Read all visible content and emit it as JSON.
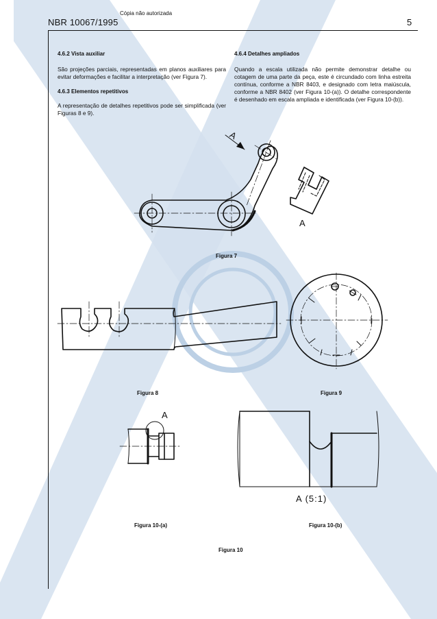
{
  "header": {
    "standard": "NBR 10067/1995",
    "notice": "Cópia não autorizada",
    "page_number": "5"
  },
  "sections": {
    "s462": {
      "title": "4.6.2 Vista auxiliar",
      "text": "São projeções parciais, representadas em planos auxiliares para evitar deformações e facilitar a interpretação (ver Figura 7)."
    },
    "s463": {
      "title": "4.6.3 Elementos repetitivos",
      "text": "A representação de detalhes repetitivos pode ser simplificada (ver Figuras 8 e 9)."
    },
    "s464": {
      "title": "4.6.4 Detalhes ampliados",
      "text": "Quando a escala utilizada não permite demonstrar detalhe ou cotagem de uma parte da peça, este é circundado com linha estreita contínua, conforme a NBR 8403, e designado com letra maiúscula, conforme a NBR 8402 (ver Figura 10-(a)). O detalhe correspondente é desenhado em escala ampliada e identificada (ver Figura 10-(b))."
    }
  },
  "figures": {
    "fig7": {
      "caption": "Figura 7",
      "view_label_arrow": "A",
      "view_label_aux": "A"
    },
    "fig8": {
      "caption": "Figura 8"
    },
    "fig9": {
      "caption": "Figura 9"
    },
    "fig10a": {
      "caption": "Figura 10-(a)",
      "detail_label": "A"
    },
    "fig10b": {
      "caption": "Figura 10-(b)",
      "scale_label": "A (5:1)"
    },
    "fig10": {
      "caption": "Figura 10"
    }
  },
  "colors": {
    "watermark": "#c9d9ea",
    "ink": "#111111"
  }
}
